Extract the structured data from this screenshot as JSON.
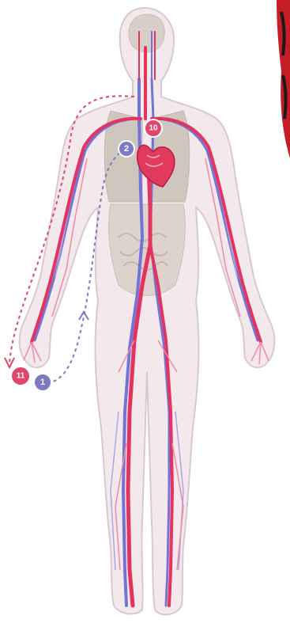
{
  "markers": {
    "m1": {
      "label": "1",
      "color": "#7d79c2"
    },
    "m2": {
      "label": "2",
      "color": "#7d79c2"
    },
    "m10": {
      "label": "10",
      "color": "#e0466c"
    },
    "m11": {
      "label": "11",
      "color": "#e0466c"
    }
  },
  "colors": {
    "artery": "#e3335e",
    "artery_light": "#f08aa4",
    "vein": "#7474d6",
    "vein_light": "#a7a6e6",
    "body_fill": "#f3e9ec",
    "body_outline": "#d9c9cf",
    "organ_fill": "#cfc6bd",
    "heart": "#e23a5c",
    "corner_red": "#c41d24",
    "corner_dark": "#1a1a1a"
  }
}
